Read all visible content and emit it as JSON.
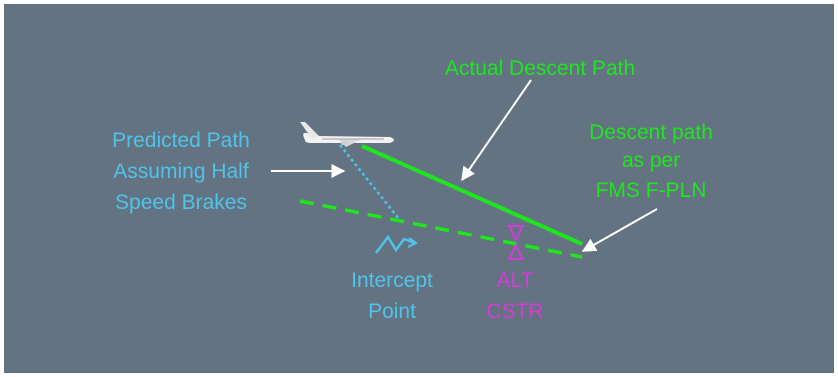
{
  "colors": {
    "background": "#637381",
    "green": "#1fe51f",
    "cyan": "#4fc3ea",
    "magenta": "#d43bd8",
    "white": "#ffffff"
  },
  "labels": {
    "actual_descent_path": "Actual Descent Path",
    "predicted_path": [
      "Predicted Path",
      "Assuming Half",
      "Speed Brakes"
    ],
    "fms_path": [
      "Descent path",
      "as per",
      "FMS F-PLN"
    ],
    "intercept_point": [
      "Intercept",
      "Point"
    ],
    "alt_cstr": [
      "ALT",
      "CSTR"
    ]
  },
  "icons": {
    "aircraft": "aircraft-icon",
    "intercept": "intercept-point-icon",
    "constraint": "altitude-constraint-icon"
  }
}
